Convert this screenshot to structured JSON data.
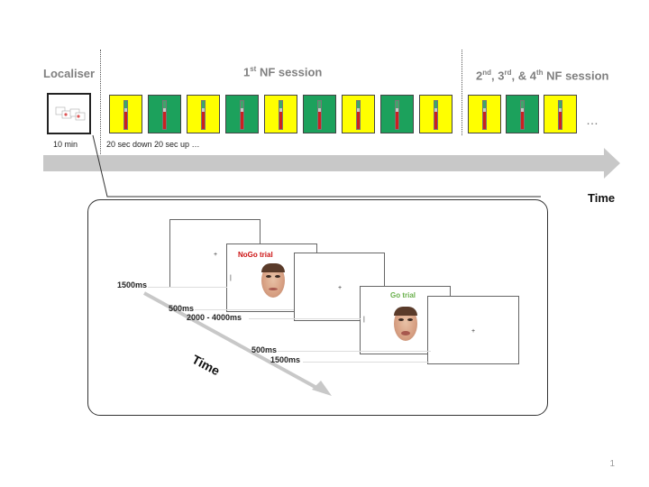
{
  "header": {
    "localiser": "Localiser",
    "session1": {
      "sup": "st",
      "num": "1",
      "rest": " NF session"
    },
    "session_rest": {
      "n2": "2",
      "s2": "nd",
      "n3": "3",
      "s3": "rd",
      "n4": "4",
      "s4": "th",
      "rest": " NF session"
    }
  },
  "timeline": {
    "localiser_duration": "10 min",
    "block_note": "20 sec down  20 sec up  …",
    "ellipsis": "…",
    "time_label": "Time",
    "session1_blocks": [
      "yellow",
      "green",
      "yellow",
      "green",
      "yellow",
      "green",
      "yellow",
      "green",
      "yellow"
    ],
    "session_rest_blocks": [
      "yellow",
      "green",
      "yellow"
    ],
    "colors": {
      "yellow": "#ffff00",
      "green": "#1ca15c",
      "arrow": "#c8c8c8"
    }
  },
  "task": {
    "nogo_label": "NoGo trial",
    "go_label": "Go trial",
    "nogo_color": "#cc1111",
    "go_color": "#6ab04c",
    "fixation": "+",
    "time_label": "Time",
    "durations": {
      "fix1": "1500ms",
      "stim1": "500ms",
      "isi": "2000 - 4000ms",
      "stim2": "500ms",
      "fix2": "1500ms"
    }
  },
  "page_number": "1"
}
